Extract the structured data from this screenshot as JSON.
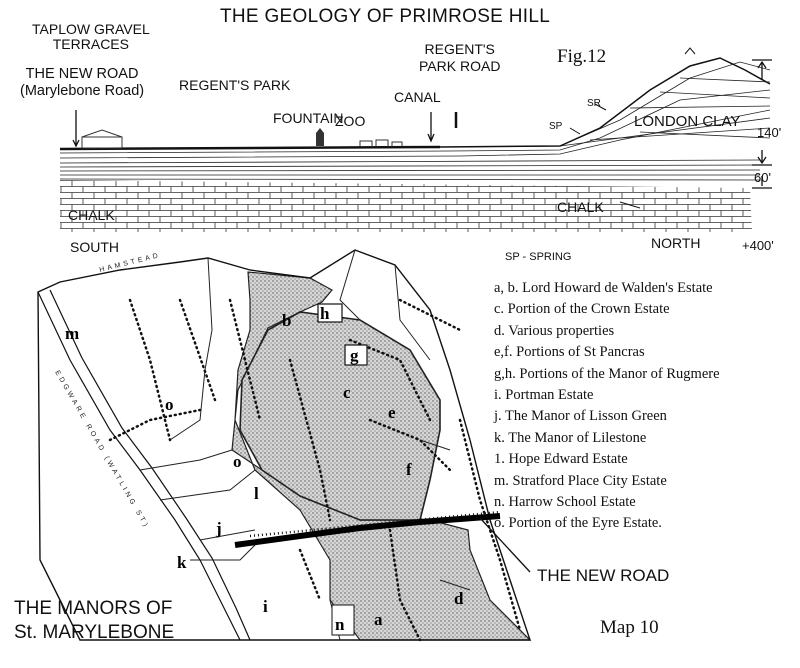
{
  "title": "THE GEOLOGY OF PRIMROSE HILL",
  "figure_label": "Fig.12",
  "section": {
    "labels": {
      "taplow": [
        "TAPLOW GRAVEL",
        "TERRACES"
      ],
      "new_road_top": [
        "THE NEW ROAD",
        "(Marylebone Road)"
      ],
      "regents_park": "REGENT'S PARK",
      "regents_park_road": [
        "REGENT'S",
        "PARK ROAD"
      ],
      "fountain": "FOUNTAIN",
      "zoo": "ZOO",
      "canal": "CANAL",
      "sr": "SR",
      "sp": "SP",
      "london_clay": "LONDON CLAY",
      "chalk_left": "CHALK",
      "chalk_right": "CHALK",
      "south": "SOUTH",
      "north": "NORTH",
      "sp_spring": "SP - SPRING"
    },
    "heights": {
      "h140": "140'",
      "h60": "60'",
      "h400": "+400'"
    }
  },
  "map": {
    "title": [
      "THE MANORS OF",
      "St. MARYLEBONE"
    ],
    "new_road_label": "THE NEW ROAD",
    "map_label": "Map 10",
    "road_labels": {
      "hamstead": "HAMSTEAD",
      "edgware": "EDGWARE ROAD (WATLING ST)"
    },
    "parcel_letters": [
      "a",
      "b",
      "c",
      "d",
      "e",
      "f",
      "g",
      "h",
      "i",
      "j",
      "k",
      "l",
      "m",
      "n",
      "o",
      "o"
    ],
    "legend": [
      "a, b. Lord Howard de Walden's Estate",
      "c. Portion of the Crown Estate",
      "d. Various properties",
      "e,f. Portions of St Pancras",
      "g,h. Portions of the Manor of Rugmere",
      "i. Portman Estate",
      "j. The Manor of Lisson Green",
      "k. The Manor of Lilestone",
      "1. Hope Edward Estate",
      "m. Stratford Place City Estate",
      "n. Harrow School Estate",
      "o. Portion of the Eyre Estate."
    ]
  }
}
